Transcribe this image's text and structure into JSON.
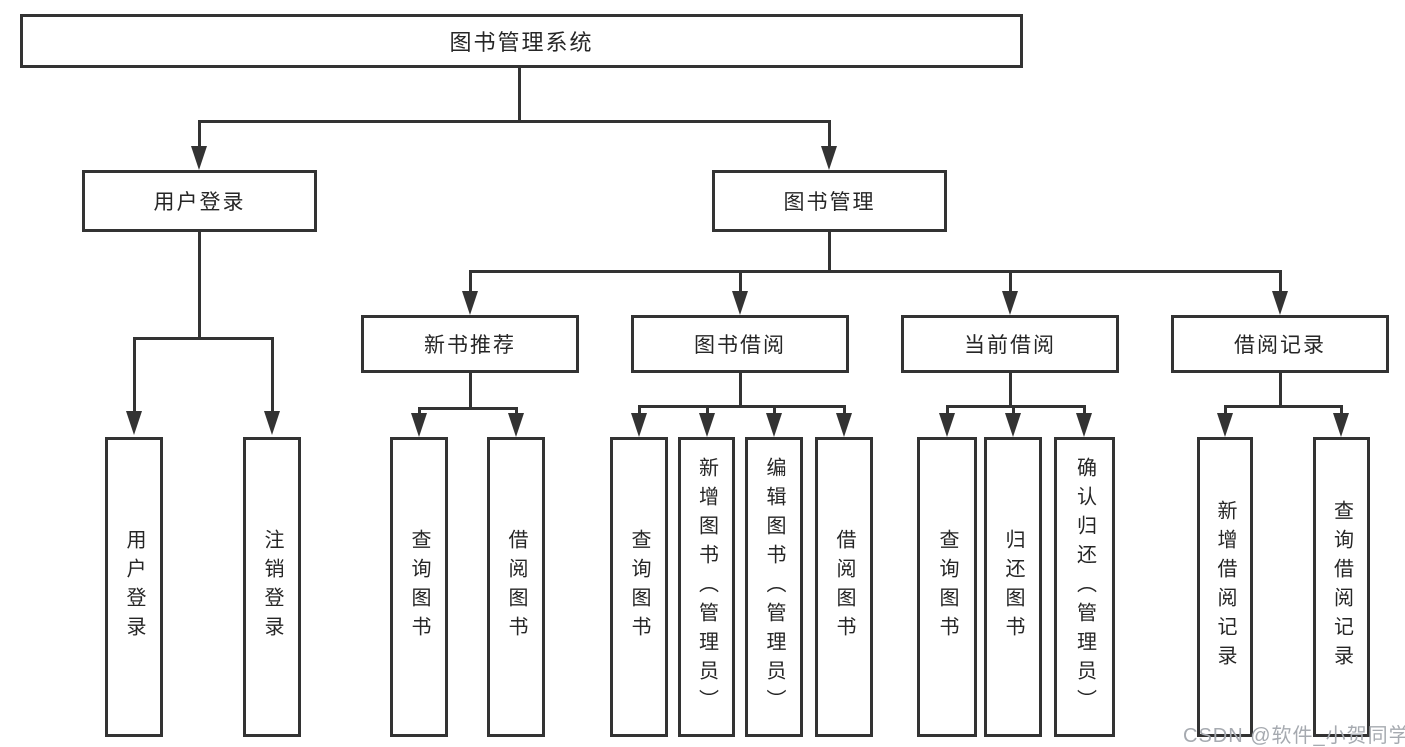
{
  "colors": {
    "line": "#333333",
    "text": "#262626",
    "watermark": "#a6aab0",
    "background": "#ffffff"
  },
  "tree": {
    "label": "图书管理系统",
    "children": [
      {
        "label": "用户登录",
        "children": [
          {
            "label": "用户登录"
          },
          {
            "label": "注销登录"
          }
        ]
      },
      {
        "label": "图书管理",
        "children": [
          {
            "label": "新书推荐",
            "children": [
              {
                "label": "查询图书"
              },
              {
                "label": "借阅图书"
              }
            ]
          },
          {
            "label": "图书借阅",
            "children": [
              {
                "label": "查询图书"
              },
              {
                "label": "新增图书（管理员）"
              },
              {
                "label": "编辑图书（管理员）"
              },
              {
                "label": "借阅图书"
              }
            ]
          },
          {
            "label": "当前借阅",
            "children": [
              {
                "label": "查询图书"
              },
              {
                "label": "归还图书"
              },
              {
                "label": "确认归还（管理员）"
              }
            ]
          },
          {
            "label": "借阅记录",
            "children": [
              {
                "label": "新增借阅记录"
              },
              {
                "label": "查询借阅记录"
              }
            ]
          }
        ]
      }
    ]
  },
  "watermark": {
    "text": "CSDN @软件_小贺同学"
  }
}
